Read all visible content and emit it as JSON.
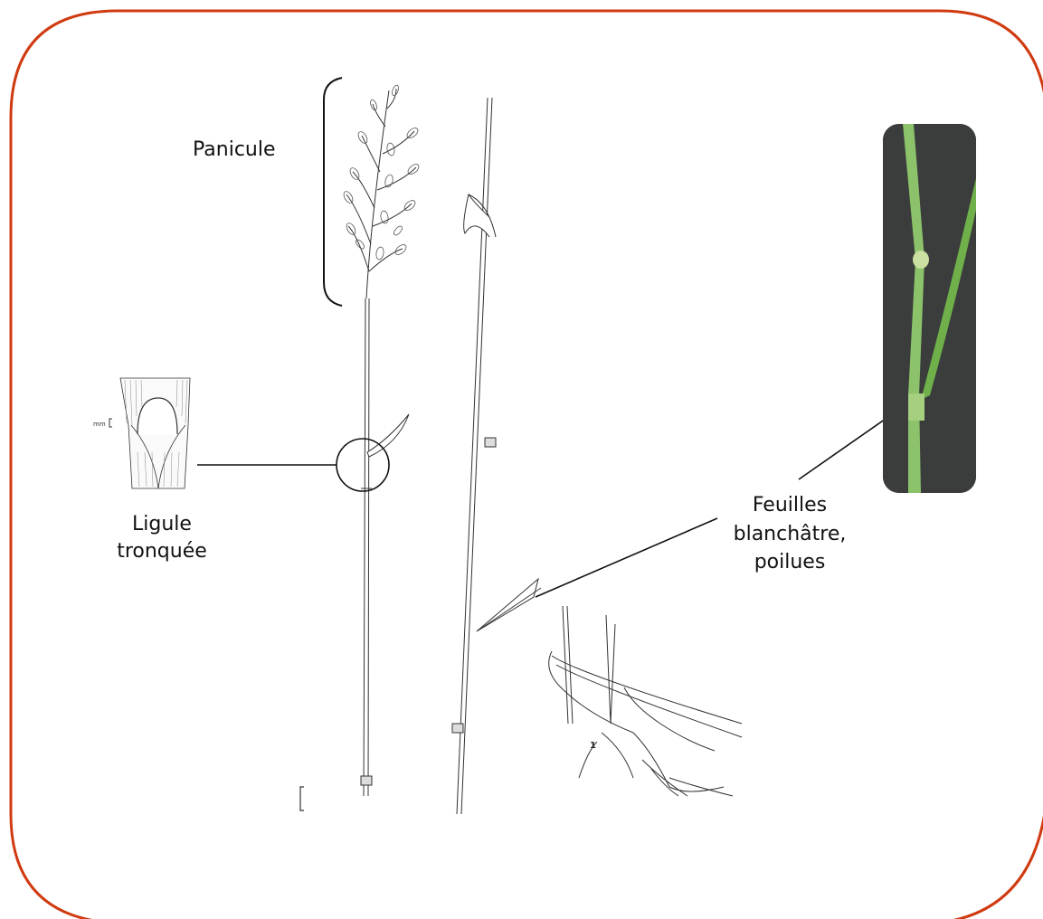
{
  "colors": {
    "frame": "#d03a10",
    "ink": "#222222",
    "photo_bg": "#3a3d3c",
    "stem_green": "#8cc26a",
    "leaf_green": "#6fb04a"
  },
  "labels": {
    "panicule": "Panicule",
    "ligule_line1": "Ligule",
    "ligule_line2": "tronquée",
    "feuilles_line1": "Feuilles",
    "feuilles_line2": "blanchâtre,",
    "feuilles_line3": "poilues"
  },
  "drawing_marks": {
    "scale_mm": "mm",
    "figure_number": "1"
  },
  "icons": [
    "ligule-detail-drawing",
    "grass-stem-drawing",
    "grass-base-drawing",
    "leaf-photo"
  ]
}
